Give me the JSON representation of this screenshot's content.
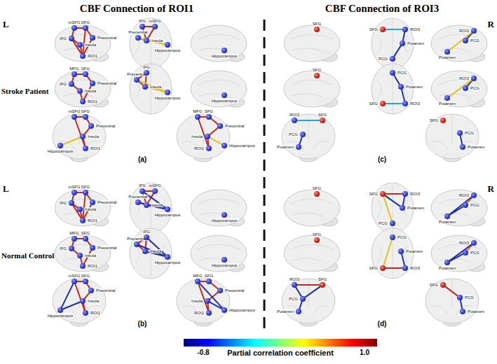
{
  "diagram": {
    "nodes": [
      {
        "text": [
          "mSFG"
        ]
      },
      {
        "text": [
          "SFG"
        ]
      },
      {
        "text": [
          "Precentral"
        ]
      },
      {
        "text": [
          "IFG"
        ]
      },
      {
        "text": [
          "Insula"
        ]
      },
      {
        "text": [
          "ROI1"
        ]
      },
      {
        "text": [
          "IFG"
        ]
      },
      {
        "text": [
          "mSFG"
        ]
      },
      {
        "text": [
          "Precentral"
        ]
      },
      {
        "text": [
          "Insula"
        ]
      },
      {
        "text": [
          "Hippocampus"
        ]
      },
      {
        "text": [
          "Hippocampus"
        ]
      },
      {
        "text": [
          "MFG"
        ]
      },
      {
        "text": [
          "SFG"
        ]
      },
      {
        "text": [
          "Precentral"
        ]
      },
      {
        "text": [
          "IFG"
        ]
      },
      {
        "text": [
          "Insula"
        ]
      },
      {
        "text": [
          "ROI1"
        ]
      },
      {
        "text": [
          "Precentral"
        ]
      },
      {
        "text": [
          "IFG"
        ]
      },
      {
        "text": [
          "Insula"
        ]
      },
      {
        "text": [
          "Hippocampus"
        ]
      },
      {
        "text": [
          "Hippocampus"
        ]
      },
      {
        "text": [
          "mSFG"
        ]
      },
      {
        "text": [
          "SFG"
        ]
      },
      {
        "text": [
          "Precentral"
        ]
      },
      {
        "text": [
          "Insula"
        ]
      },
      {
        "text": [
          "ROI1"
        ]
      },
      {
        "text": [
          "Hippocampus"
        ]
      },
      {
        "text": [
          "MFG"
        ]
      },
      {
        "text": [
          "SFG"
        ]
      },
      {
        "text": [
          "Precentral"
        ]
      },
      {
        "text": [
          "Insula"
        ]
      },
      {
        "text": [
          "ROI1"
        ]
      },
      {
        "text": [
          "Hippocampus"
        ]
      },
      {
        "text": [
          "mSFG"
        ]
      },
      {
        "text": [
          "SFG"
        ]
      },
      {
        "text": [
          "Precentral"
        ]
      },
      {
        "text": [
          "IFG"
        ]
      },
      {
        "text": [
          "Insula"
        ]
      },
      {
        "text": [
          "ROI1"
        ]
      },
      {
        "text": [
          "IFG"
        ]
      },
      {
        "text": [
          "mSFG"
        ]
      },
      {
        "text": [
          "Precentral"
        ]
      },
      {
        "text": [
          "Insula"
        ]
      },
      {
        "text": [
          "Hippocampus"
        ]
      },
      {
        "text": [
          "Hippocampus"
        ]
      },
      {
        "text": [
          "MFG"
        ]
      },
      {
        "text": [
          "SFG"
        ]
      },
      {
        "text": [
          "Precentral"
        ]
      },
      {
        "text": [
          "IFG"
        ]
      },
      {
        "text": [
          "Insula"
        ]
      },
      {
        "text": [
          "ROI1"
        ]
      },
      {
        "text": [
          "Precentral"
        ]
      },
      {
        "text": [
          "IFG"
        ]
      },
      {
        "text": [
          "Insula"
        ]
      },
      {
        "text": [
          "Hippocampus"
        ]
      },
      {
        "text": [
          "Hippocampus"
        ]
      },
      {
        "text": [
          "mSFG"
        ]
      },
      {
        "text": [
          "SFG"
        ]
      },
      {
        "text": [
          "Precentral"
        ]
      },
      {
        "text": [
          "Insula"
        ]
      },
      {
        "text": [
          "ROI1"
        ]
      },
      {
        "text": [
          "Hippocampus"
        ]
      },
      {
        "text": [
          "MFG"
        ]
      },
      {
        "text": [
          "SFG"
        ]
      },
      {
        "text": [
          "Precentral"
        ]
      },
      {
        "text": [
          "Insula"
        ]
      },
      {
        "text": [
          "ROI1"
        ]
      },
      {
        "text": [
          "Hippocampus"
        ]
      },
      {
        "text": [
          "SFG"
        ]
      },
      {
        "text": [
          "SFG"
        ]
      },
      {
        "text": [
          "ROI3"
        ]
      },
      {
        "text": [
          "Putamen"
        ]
      },
      {
        "text": [
          "PCG"
        ]
      },
      {
        "text": [
          "ROI3"
        ]
      },
      {
        "text": [
          "PCG"
        ]
      },
      {
        "text": [
          "Putamen"
        ]
      },
      {
        "text": [
          "SFG"
        ]
      },
      {
        "text": [
          "PCG"
        ]
      },
      {
        "text": [
          "Putamen"
        ]
      },
      {
        "text": [
          "SFG"
        ]
      },
      {
        "text": [
          "ROI3"
        ]
      },
      {
        "text": [
          "ROI3"
        ]
      },
      {
        "text": [
          "PCG"
        ]
      },
      {
        "text": [
          "Putamen"
        ]
      },
      {
        "text": [
          "ROI3"
        ]
      },
      {
        "text": [
          "SFG"
        ]
      },
      {
        "text": [
          "PCG"
        ]
      },
      {
        "text": [
          "Putamen"
        ]
      },
      {
        "text": [
          "SFG"
        ]
      },
      {
        "text": [
          "PCG"
        ]
      },
      {
        "text": [
          "Putamen"
        ]
      },
      {
        "text": [
          "SFG"
        ]
      },
      {
        "text": [
          "SFG"
        ]
      },
      {
        "text": [
          "ROI3"
        ]
      },
      {
        "text": [
          "Putamen"
        ]
      },
      {
        "text": [
          "PCG"
        ]
      },
      {
        "text": [
          "ROI3"
        ]
      },
      {
        "text": [
          "PCG"
        ]
      },
      {
        "text": [
          "Putamen"
        ]
      },
      {
        "text": [
          "SFG"
        ]
      },
      {
        "text": [
          "PCG"
        ]
      },
      {
        "text": [
          "Putamen"
        ]
      },
      {
        "text": [
          "SFG"
        ]
      },
      {
        "text": [
          "ROI3"
        ]
      },
      {
        "text": [
          "ROI3"
        ]
      },
      {
        "text": [
          "PCG"
        ]
      },
      {
        "text": [
          "Putamen"
        ]
      },
      {
        "text": [
          "ROI3"
        ]
      },
      {
        "text": [
          "SFG"
        ]
      },
      {
        "text": [
          "PCG"
        ]
      },
      {
        "text": [
          "Putamen"
        ]
      },
      {
        "text": [
          "SFG"
        ]
      },
      {
        "text": [
          "PCG"
        ]
      },
      {
        "text": [
          "Putamen"
        ]
      }
    ],
    "edges": [
      {
        "from": 0,
        "to": 1,
        "arrow": "none"
      },
      {
        "from": 0,
        "to": 3,
        "arrow": "none"
      },
      {
        "from": 1,
        "to": 2,
        "arrow": "none"
      },
      {
        "from": 3,
        "to": 4,
        "arrow": "none"
      },
      {
        "from": 4,
        "to": 5,
        "arrow": "none"
      },
      {
        "from": 2,
        "to": 5,
        "arrow": "none"
      },
      {
        "from": 1,
        "to": 5,
        "arrow": "none"
      },
      {
        "from": 3,
        "to": 5,
        "arrow": "none"
      },
      {
        "from": 6,
        "to": 7,
        "arrow": "none"
      },
      {
        "from": 6,
        "to": 9,
        "arrow": "none"
      },
      {
        "from": 8,
        "to": 9,
        "arrow": "none"
      },
      {
        "from": 7,
        "to": 9,
        "arrow": "none"
      },
      {
        "from": 9,
        "to": 10,
        "arrow": "none"
      },
      {
        "from": 8,
        "to": 10,
        "arrow": "none"
      },
      {
        "from": 12,
        "to": 13,
        "arrow": "none"
      },
      {
        "from": 12,
        "to": 15,
        "arrow": "none"
      },
      {
        "from": 13,
        "to": 14,
        "arrow": "none"
      },
      {
        "from": 15,
        "to": 16,
        "arrow": "none"
      },
      {
        "from": 16,
        "to": 17,
        "arrow": "none"
      },
      {
        "from": 14,
        "to": 17,
        "arrow": "none"
      },
      {
        "from": 18,
        "to": 19,
        "arrow": "none"
      },
      {
        "from": 19,
        "to": 20,
        "arrow": "none"
      },
      {
        "from": 18,
        "to": 20,
        "arrow": "none"
      },
      {
        "from": 20,
        "to": 21,
        "arrow": "none"
      },
      {
        "from": 18,
        "to": 21,
        "arrow": "none"
      },
      {
        "from": 23,
        "to": 24,
        "arrow": "none"
      },
      {
        "from": 24,
        "to": 25,
        "arrow": "none"
      },
      {
        "from": 25,
        "to": 26,
        "arrow": "none"
      },
      {
        "from": 26,
        "to": 27,
        "arrow": "none"
      },
      {
        "from": 23,
        "to": 27,
        "arrow": "none"
      },
      {
        "from": 28,
        "to": 26,
        "arrow": "none"
      },
      {
        "from": 29,
        "to": 30,
        "arrow": "none"
      },
      {
        "from": 30,
        "to": 31,
        "arrow": "none"
      },
      {
        "from": 31,
        "to": 32,
        "arrow": "none"
      },
      {
        "from": 32,
        "to": 33,
        "arrow": "none"
      },
      {
        "from": 29,
        "to": 33,
        "arrow": "none"
      },
      {
        "from": 32,
        "to": 34,
        "arrow": "none"
      },
      {
        "from": 35,
        "to": 36,
        "arrow": "none"
      },
      {
        "from": 35,
        "to": 38,
        "arrow": "none"
      },
      {
        "from": 36,
        "to": 37,
        "arrow": "none"
      },
      {
        "from": 38,
        "to": 39,
        "arrow": "none"
      },
      {
        "from": 39,
        "to": 40,
        "arrow": "none"
      },
      {
        "from": 37,
        "to": 40,
        "arrow": "none"
      },
      {
        "from": 36,
        "to": 40,
        "arrow": "none"
      },
      {
        "from": 38,
        "to": 40,
        "arrow": "none"
      },
      {
        "from": 41,
        "to": 42,
        "arrow": "none"
      },
      {
        "from": 41,
        "to": 44,
        "arrow": "none"
      },
      {
        "from": 43,
        "to": 44,
        "arrow": "none"
      },
      {
        "from": 42,
        "to": 44,
        "arrow": "none"
      },
      {
        "from": 44,
        "to": 45,
        "arrow": "none"
      },
      {
        "from": 43,
        "to": 45,
        "arrow": "none"
      },
      {
        "from": 47,
        "to": 48,
        "arrow": "none"
      },
      {
        "from": 47,
        "to": 50,
        "arrow": "none"
      },
      {
        "from": 48,
        "to": 49,
        "arrow": "none"
      },
      {
        "from": 50,
        "to": 51,
        "arrow": "none"
      },
      {
        "from": 51,
        "to": 52,
        "arrow": "none"
      },
      {
        "from": 49,
        "to": 52,
        "arrow": "none"
      },
      {
        "from": 53,
        "to": 54,
        "arrow": "none"
      },
      {
        "from": 54,
        "to": 55,
        "arrow": "none"
      },
      {
        "from": 53,
        "to": 55,
        "arrow": "none"
      },
      {
        "from": 55,
        "to": 56,
        "arrow": "none"
      },
      {
        "from": 53,
        "to": 56,
        "arrow": "none"
      },
      {
        "from": 58,
        "to": 59,
        "arrow": "none"
      },
      {
        "from": 59,
        "to": 60,
        "arrow": "none"
      },
      {
        "from": 60,
        "to": 61,
        "arrow": "none"
      },
      {
        "from": 61,
        "to": 62,
        "arrow": "none"
      },
      {
        "from": 58,
        "to": 62,
        "arrow": "none"
      },
      {
        "from": 63,
        "to": 61,
        "arrow": "none"
      },
      {
        "from": 64,
        "to": 65,
        "arrow": "none"
      },
      {
        "from": 65,
        "to": 66,
        "arrow": "none"
      },
      {
        "from": 66,
        "to": 67,
        "arrow": "none"
      },
      {
        "from": 67,
        "to": 68,
        "arrow": "none"
      },
      {
        "from": 64,
        "to": 68,
        "arrow": "none"
      },
      {
        "from": 67,
        "to": 69,
        "arrow": "none"
      },
      {
        "from": 41,
        "to": 45,
        "arrow": "none"
      },
      {
        "from": 54,
        "to": 56,
        "arrow": "none"
      },
      {
        "from": 63,
        "to": 58,
        "arrow": "none"
      },
      {
        "from": 69,
        "to": 64,
        "arrow": "none"
      },
      {
        "from": 71,
        "to": 72,
        "arrow": "none"
      },
      {
        "from": 72,
        "to": 73,
        "arrow": "none"
      },
      {
        "from": 73,
        "to": 74,
        "arrow": "none"
      },
      {
        "from": 75,
        "to": 76,
        "arrow": "none"
      },
      {
        "from": 75,
        "to": 77,
        "arrow": "none"
      },
      {
        "from": 81,
        "to": 82,
        "arrow": "none"
      },
      {
        "from": 79,
        "to": 80,
        "arrow": "none"
      },
      {
        "from": 80,
        "to": 82,
        "arrow": "none"
      },
      {
        "from": 83,
        "to": 84,
        "arrow": "none"
      },
      {
        "from": 83,
        "to": 85,
        "arrow": "none"
      },
      {
        "from": 86,
        "to": 87,
        "arrow": "none"
      },
      {
        "from": 88,
        "to": 89,
        "arrow": "none"
      },
      {
        "from": 91,
        "to": 92,
        "arrow": "none"
      },
      {
        "from": 94,
        "to": 95,
        "arrow": "none"
      },
      {
        "from": 94,
        "to": 96,
        "arrow": "none"
      },
      {
        "from": 94,
        "to": 97,
        "arrow": "none"
      },
      {
        "from": 95,
        "to": 96,
        "arrow": "none"
      },
      {
        "from": 98,
        "to": 99,
        "arrow": "none"
      },
      {
        "from": 98,
        "to": 100,
        "arrow": "none"
      },
      {
        "from": 99,
        "to": 100,
        "arrow": "none"
      },
      {
        "from": 104,
        "to": 105,
        "arrow": "none"
      },
      {
        "from": 102,
        "to": 104,
        "arrow": "none"
      },
      {
        "from": 103,
        "to": 105,
        "arrow": "none"
      },
      {
        "from": 106,
        "to": 107,
        "arrow": "none"
      },
      {
        "from": 106,
        "to": 108,
        "arrow": "none"
      },
      {
        "from": 107,
        "to": 108,
        "arrow": "none"
      },
      {
        "from": 109,
        "to": 110,
        "arrow": "none"
      },
      {
        "from": 109,
        "to": 111,
        "arrow": "none"
      },
      {
        "from": 111,
        "to": 112,
        "arrow": "none"
      },
      {
        "from": 110,
        "to": 111,
        "arrow": "none"
      },
      {
        "from": 113,
        "to": 114,
        "arrow": "none"
      },
      {
        "from": 114,
        "to": 115,
        "arrow": "none"
      }
    ],
    "labels": [
      "CBF Connection of ROI1",
      "CBF Connection of ROI3",
      "L",
      "R",
      "Stroke Patient",
      "L",
      "R",
      "Normal Control",
      "(a)",
      "(b)",
      "(c)",
      "(d)",
      "-0.8",
      "Partial correlation coefficient",
      "1.0"
    ]
  }
}
